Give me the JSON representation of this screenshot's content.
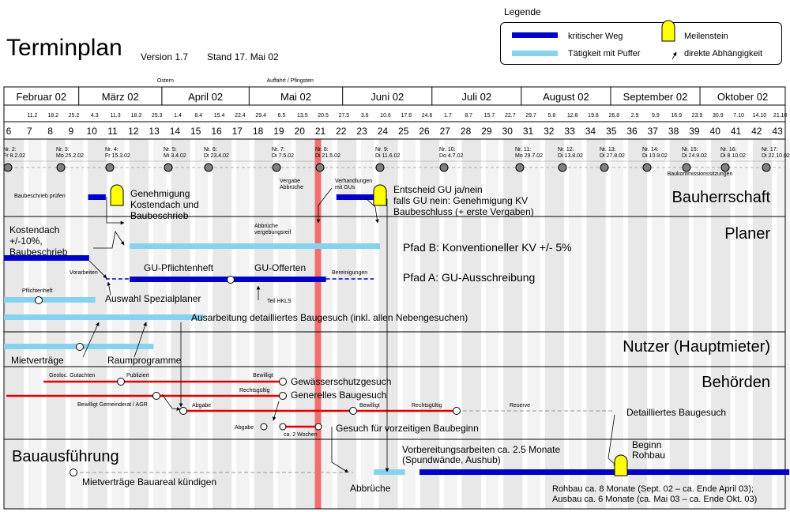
{
  "header": {
    "title": "Terminplan",
    "version": "Version 1.7",
    "stand": "Stand 17. Mai 02"
  },
  "legend": {
    "title": "Legende",
    "critical": "kritischer Weg",
    "buffer": "Tätigkeit mit Puffer",
    "milestone": "Meilenstein",
    "dependency": "direkte Abhängigkeit"
  },
  "colors": {
    "critical": "#0000c8",
    "buffer": "#87d2ee",
    "authority": "#e00000",
    "milestone": "#ffff00",
    "week_band": "#e8e8e8",
    "today": "#f07070",
    "week_dot": "#808080"
  },
  "holidays": [
    {
      "label": "Ostern",
      "week": 14
    },
    {
      "label": "Auffahrt / Pfingsten",
      "week": 20
    }
  ],
  "months": [
    "Februar 02",
    "März 02",
    "April 02",
    "Mai 02",
    "Juni 02",
    "Juli 02",
    "August 02",
    "September 02",
    "Oktober 02"
  ],
  "dates": [
    "11.2",
    "18.2",
    "25.2",
    "4.3",
    "11.3",
    "18.3",
    "25.3",
    "1.4",
    "8.4",
    "15.4",
    "22.4",
    "29.4",
    "6.5",
    "13.5",
    "20.5",
    "27.5",
    "3.6",
    "10.6",
    "17.6",
    "24.6",
    "1.7",
    "8.7",
    "15.7",
    "22.7",
    "29.7",
    "5.8",
    "12.8",
    "19.8",
    "26.8",
    "2.9",
    "9.9",
    "16.9",
    "23.9",
    "30.9",
    "7.10",
    "14.10",
    "21.10"
  ],
  "weeks": [
    "6",
    "7",
    "8",
    "9",
    "10",
    "11",
    "12",
    "13",
    "14",
    "15",
    "16",
    "17",
    "18",
    "19",
    "20",
    "21",
    "22",
    "23",
    "24",
    "25",
    "26",
    "27",
    "28",
    "29",
    "30",
    "31",
    "32",
    "33",
    "34",
    "35",
    "36",
    "37",
    "38",
    "39",
    "40",
    "41",
    "42",
    "43"
  ],
  "meetings": [
    {
      "no": "Nr. 2:",
      "date": "Fr 8.2.02"
    },
    {
      "no": "Nr. 3:",
      "date": "Mo 25.2.02"
    },
    {
      "no": "Nr. 4:",
      "date": "Fr 15.3.02"
    },
    {
      "no": "Nr. 5:",
      "date": "Mi 3.4.02"
    },
    {
      "no": "Nr. 6:",
      "date": "Di 23.4.02"
    },
    {
      "no": "Nr. 7:",
      "date": "Di 7.5.02"
    },
    {
      "no": "Nr. 8:",
      "date": "Di 21.5.02"
    },
    {
      "no": "Nr. 9:",
      "date": "Di 11.6.02"
    },
    {
      "no": "Nr. 10:",
      "date": "Do 4.7.02"
    },
    {
      "no": "Nr. 11:",
      "date": "Mo 29.7.02"
    },
    {
      "no": "Nr. 12:",
      "date": "Di 13.8.02"
    },
    {
      "no": "Nr. 13:",
      "date": "Di 27.8.02"
    },
    {
      "no": "Nr. 14:",
      "date": "Di 10.9.02"
    },
    {
      "no": "Nr. 15:",
      "date": "Di 24.9.02"
    },
    {
      "no": "Nr. 16:",
      "date": "Di 8.10.02"
    },
    {
      "no": "Nr. 17:",
      "date": "Di 22.10.02"
    }
  ],
  "meeting_note": "Baukommissionssitzungen",
  "sections": {
    "bauherrschaft": "Bauherrschaft",
    "planer": "Planer",
    "nutzer": "Nutzer (Hauptmieter)",
    "behoerden": "Behörden",
    "bauausfuehrung": "Bauausführung"
  },
  "labels": {
    "baubeschrieb_pruefen": "Baubeschrieb prüfen",
    "genehmigung": [
      "Genehmigung",
      "Kostendach und",
      "Baubeschrieb"
    ],
    "vergabe": [
      "Vergabe",
      "Abbrüche"
    ],
    "verhandlungen": [
      "Verhandlungen",
      "mit GUs"
    ],
    "entscheid": [
      "Entscheid GU ja/nein",
      "falls GU nein: Genehmigung KV",
      "Baubeschluss (+ erste Vergaben)"
    ],
    "kostendach": [
      "Kostendach",
      "+/-10%,",
      "Baubeschrieb"
    ],
    "abbrueche_reif": [
      "Abbrüche",
      "vergebungsreif"
    ],
    "pfad_b": "Pfad B: Konventioneller KV +/- 5%",
    "pfad_a": "Pfad A: GU-Ausschreibung",
    "vorarbeiten": "Vorarbeiten",
    "gu_pflichtenheft": "GU-Pflichtenheft",
    "gu_offerten": "GU-Offerten",
    "bereinigungen": "Bereinigungen",
    "teil_hkls": "Teil HKLS",
    "pflichtenheft": "Pflichtenheft",
    "auswahl": "Auswahl Spezialplaner",
    "ausarbeitung": "Ausarbeitung detailliertes Baugesuch (inkl. allen Nebengesuchen)",
    "mietvertraege": "Mietverträge",
    "raumprogramme": "Raumprogramme",
    "geoloc": "Geoloc. Gutachten",
    "publiziert": "Publiziert",
    "bewilligt": "Bewilligt",
    "gewaesser": "Gewässerschutzgesuch",
    "rechtsgueltig": "Rechtsgültig",
    "generelles": "Generelles Baugesuch",
    "bewilligt_gr": "Bewilligt Gemeinderat / AGR",
    "abgabe": "Abgabe",
    "reserve": "Reserve",
    "detailliertes": "Detailliertes Baugesuch",
    "ca2": "ca. 2 Wochen",
    "vorzeitig": "Gesuch für vorzeitigen Baubeginn",
    "vorbereitung": [
      "Vorbereitungsarbeiten ca. 2.5 Monate",
      "(Spundwände, Aushub)"
    ],
    "beginn": [
      "Beginn",
      "Rohbau"
    ],
    "mv_kuendigen": "Mietverträge Bauareal kündigen",
    "abbrueche": "Abbrüche",
    "rohbau": [
      "Rohbau ca. 8 Monate (Sept. 02 – ca. Ende April 03);",
      "Ausbau ca. 6 Monate (ca. Mai 03 – ca. Ende Okt. 03)"
    ]
  }
}
